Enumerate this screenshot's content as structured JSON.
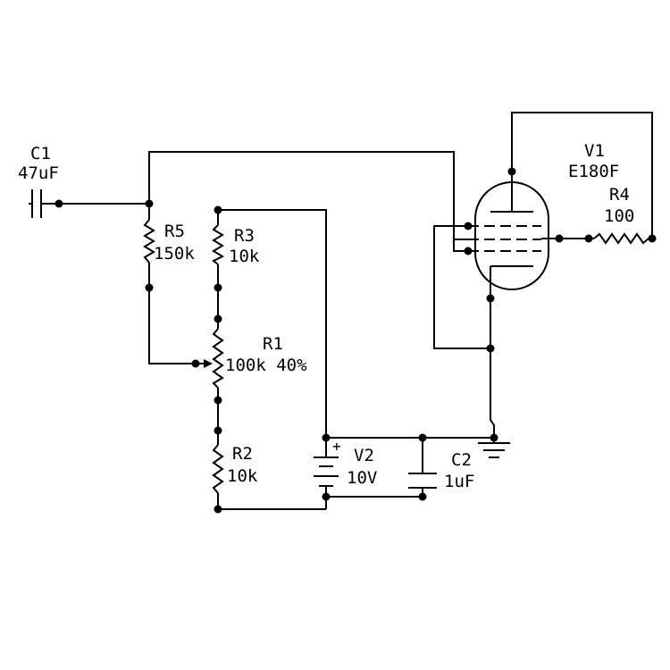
{
  "components": {
    "c1": {
      "ref": "C1",
      "value": "47uF"
    },
    "r5": {
      "ref": "R5",
      "value": "150k"
    },
    "r3": {
      "ref": "R3",
      "value": "10k"
    },
    "r1": {
      "ref": "R1",
      "value": "100k 40%"
    },
    "r2": {
      "ref": "R2",
      "value": "10k"
    },
    "v2": {
      "ref": "V2",
      "value": "10V",
      "polarity": "+"
    },
    "c2": {
      "ref": "C2",
      "value": "1uF"
    },
    "v1": {
      "ref": "V1",
      "value": "E180F"
    },
    "r4": {
      "ref": "R4",
      "value": "100"
    }
  }
}
